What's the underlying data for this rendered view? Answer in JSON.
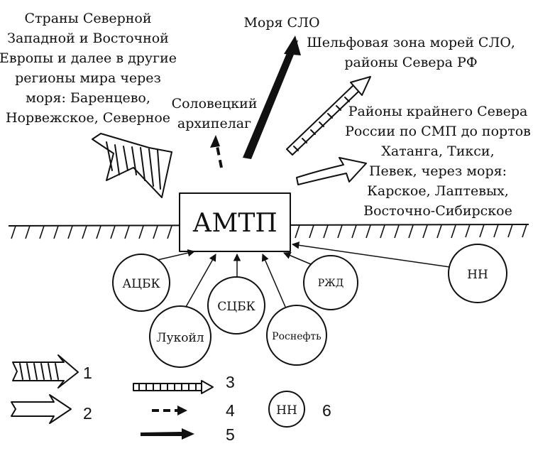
{
  "center": {
    "label": "АМТП"
  },
  "destinations": {
    "europe": [
      "Страны Северной",
      "Западной и Восточной",
      "Европы и далее в другие",
      "регионы мира через",
      "моря: Баренцево,",
      "Норвежское, Северное"
    ],
    "solovetsky": [
      "Соловецкий",
      "архипелаг"
    ],
    "slo_seas": [
      "Моря СЛО"
    ],
    "shelf": [
      "Шельфовая зона морей СЛО,",
      "районы Севера РФ"
    ],
    "far_north": [
      "Районы крайнего Севера",
      "России по СМП до портов",
      "Хатанга, Тикси,",
      "Певек, через моря:",
      "Карское, Лаптевых,",
      "Восточно-Сибирское"
    ]
  },
  "suppliers": {
    "atsbk": "АЦБК",
    "lukoil": "Лукойл",
    "tsbk": "СЦБК",
    "rosneft": "Роснефть",
    "rzd": "РЖД",
    "nn": "НН"
  },
  "legend": {
    "item1": "1",
    "item2": "2",
    "item3": "3",
    "item4": "4",
    "item5": "5",
    "item6": "6",
    "item6_circle": "НН"
  }
}
